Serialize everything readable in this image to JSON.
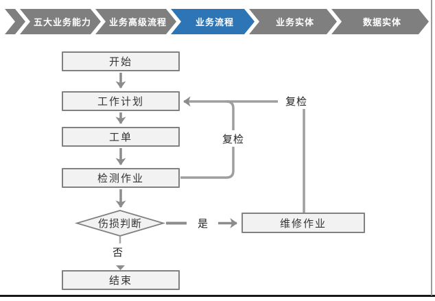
{
  "stepper": {
    "steps": [
      {
        "label": "五大业务能力",
        "active": false
      },
      {
        "label": "业务高级流程",
        "active": false
      },
      {
        "label": "业务流程",
        "active": true
      },
      {
        "label": "业务实体",
        "active": false
      },
      {
        "label": "数据实体",
        "active": false
      }
    ]
  },
  "flowchart": {
    "nodes": {
      "start": "开始",
      "plan": "工作计划",
      "order": "工单",
      "inspect": "检测作业",
      "decision": "伤损判断",
      "repair": "维修作业",
      "end": "结束"
    },
    "edge_labels": {
      "recheck_inner": "复检",
      "recheck_outer": "复检",
      "yes": "是",
      "no": "否"
    }
  },
  "colors": {
    "step_gray": "#7f7f7f",
    "step_active_blue": "#2e75b6",
    "node_fill": "#f2f2f2",
    "node_border": "#808080",
    "connector_gray": "#8c8c8c"
  }
}
